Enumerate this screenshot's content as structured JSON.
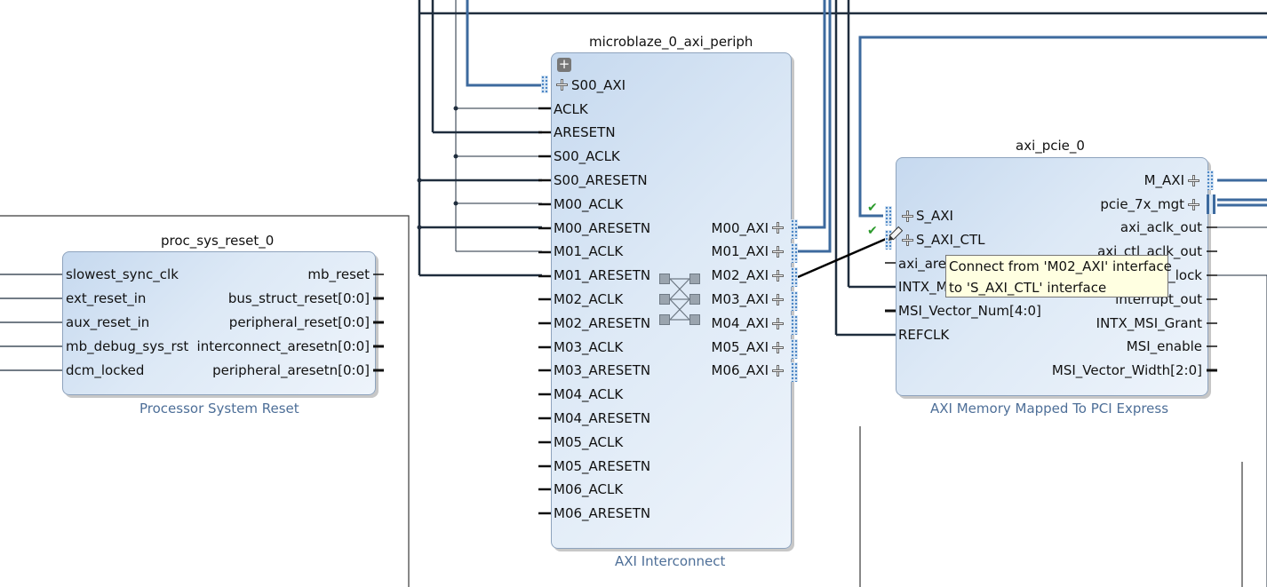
{
  "proc_sys_reset": {
    "title": "proc_sys_reset_0",
    "subtitle": "Processor System Reset",
    "inputs": [
      "slowest_sync_clk",
      "ext_reset_in",
      "aux_reset_in",
      "mb_debug_sys_rst",
      "dcm_locked"
    ],
    "outputs": [
      "mb_reset",
      "bus_struct_reset[0:0]",
      "peripheral_reset[0:0]",
      "interconnect_aresetn[0:0]",
      "peripheral_aresetn[0:0]"
    ]
  },
  "axi_periph": {
    "title": "microblaze_0_axi_periph",
    "subtitle": "AXI Interconnect",
    "s00_axi": "S00_AXI",
    "inputs": [
      "ACLK",
      "ARESETN",
      "S00_ACLK",
      "S00_ARESETN",
      "M00_ACLK",
      "M00_ARESETN",
      "M01_ACLK",
      "M01_ARESETN",
      "M02_ACLK",
      "M02_ARESETN",
      "M03_ACLK",
      "M03_ARESETN",
      "M04_ACLK",
      "M04_ARESETN",
      "M05_ACLK",
      "M05_ARESETN",
      "M06_ACLK",
      "M06_ARESETN"
    ],
    "outputs": [
      "M00_AXI",
      "M01_AXI",
      "M02_AXI",
      "M03_AXI",
      "M04_AXI",
      "M05_AXI",
      "M06_AXI"
    ]
  },
  "axi_pcie": {
    "title": "axi_pcie_0",
    "subtitle": "AXI Memory Mapped To PCI Express",
    "inputs": [
      "S_AXI",
      "S_AXI_CTL",
      "axi_ares",
      "INTX_M",
      "MSI_Vector_Num[4:0]",
      "REFCLK"
    ],
    "outputs": [
      "M_AXI",
      "pcie_7x_mgt",
      "axi_aclk_out",
      "axi_ctl_aclk_out",
      "_lock",
      "interrupt_out",
      "INTX_MSI_Grant",
      "MSI_enable",
      "MSI_Vector_Width[2:0]"
    ]
  },
  "tooltip": {
    "line1": "Connect from 'M02_AXI' interface",
    "line2": "to 'S_AXI_CTL' interface"
  },
  "colors": {
    "wire_dark": "#1f2d3d",
    "wire_blue": "#3d6a9e",
    "block_fill": "#d4e3f3",
    "subtitle": "#4e6f98"
  }
}
